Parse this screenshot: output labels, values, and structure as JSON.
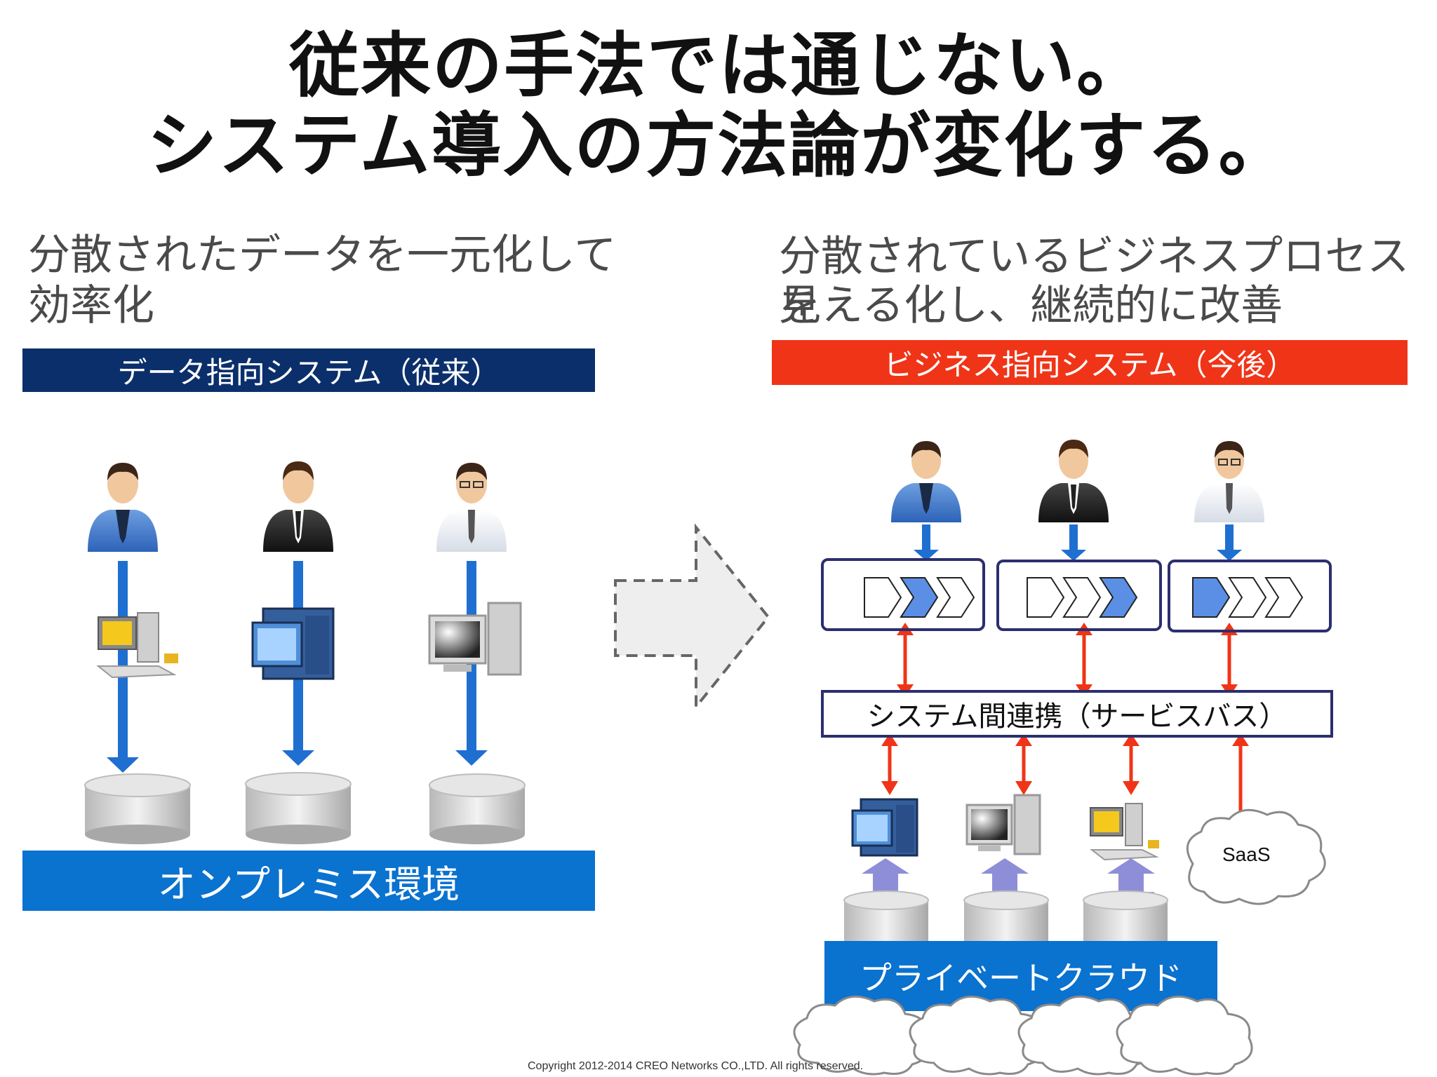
{
  "slide": {
    "title_line1": "従来の手法では通じない。",
    "title_line2": "システム導入の方法論が変化する。"
  },
  "left": {
    "heading_line1": "分散されたデータを一元化して",
    "heading_line2": "効率化",
    "banner": "データ指向システム（従来）",
    "banner_color": "#0b2f6b",
    "base": "オンプレミス環境",
    "base_color": "#0a72cf"
  },
  "right": {
    "heading_line1": "分散されているビジネスプロセスを",
    "heading_line2": "見える化し、継続的に改善",
    "banner": "ビジネス指向システム（今後）",
    "banner_color": "#f03417",
    "bus": "システム間連携（サービスバス）",
    "saas": "SaaS",
    "base": "プライベートクラウド",
    "base_color": "#0a72cf"
  },
  "footer": {
    "copyright": "Copyright 2012-2014 CREO Networks CO.,LTD. All rights reserved."
  },
  "colors": {
    "flow_arrow": "#1f6fd1",
    "link_arrow": "#f03417",
    "storage_arrow": "#8e8ed8",
    "process_active": "#5b8fe6"
  }
}
